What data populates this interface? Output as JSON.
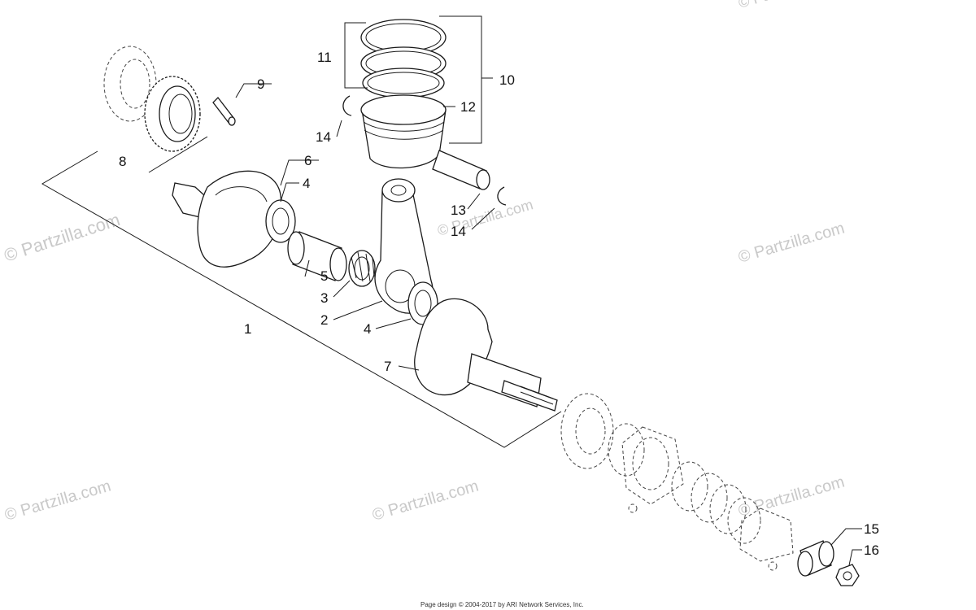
{
  "callouts": {
    "c1": "1",
    "c2": "2",
    "c3": "3",
    "c4a": "4",
    "c4b": "4",
    "c5": "5",
    "c6": "6",
    "c7": "7",
    "c8": "8",
    "c9": "9",
    "c10": "10",
    "c11": "11",
    "c12": "12",
    "c13": "13",
    "c14a": "14",
    "c14b": "14",
    "c15": "15",
    "c16": "16"
  },
  "watermark": "© Partzilla.com",
  "footer": "Page design © 2004-2017 by ARI Network Services, Inc.",
  "colors": {
    "ink": "#1a1a1a",
    "watermark": "#c9c9c9"
  }
}
